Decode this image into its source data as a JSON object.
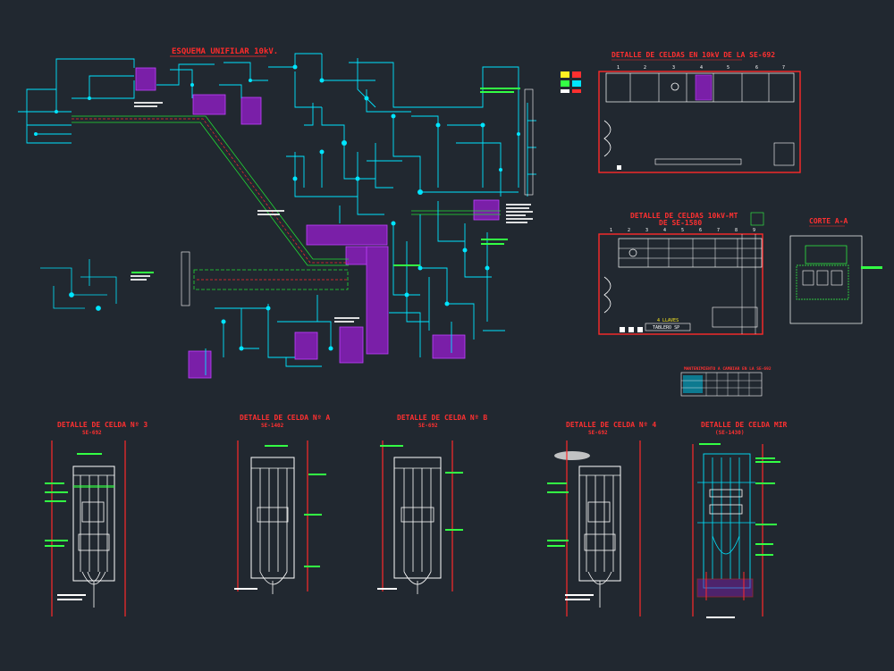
{
  "colors": {
    "background": "#212830",
    "cyan": "#00e5ff",
    "green": "#22dd33",
    "red": "#ff2a2a",
    "magenta": "#9922cc",
    "white": "#ffffff",
    "yellow": "#ffee22"
  },
  "titles": {
    "schematic": "ESQUEMA UNIFILAR 10kV.",
    "cells_10kv": "DETALLE DE CELDAS EN 10kV DE LA SE-692",
    "cells_10kv_mt_line1": "DETALLE DE CELDAS 10kV-MT",
    "cells_10kv_mt_line2": "DE SE-1580",
    "cut_aa": "CORTE A-A"
  },
  "cell_details": [
    {
      "title": "DETALLE DE CELDA Nº 3",
      "subtitle": "SE-692"
    },
    {
      "title": "DETALLE DE CELDA Nº A",
      "subtitle": "SE-1402"
    },
    {
      "title": "DETALLE DE CELDA Nº B",
      "subtitle": "SE-692"
    },
    {
      "title": "DETALLE DE CELDA Nº 4",
      "subtitle": "SE-692"
    },
    {
      "title": "DETALLE DE CELDA MIR",
      "subtitle": "(SE-1430)"
    }
  ],
  "room_labels": {
    "llaves": "4 LLAVES",
    "tablero": "TABLERO SP",
    "legend_title": "MANTENIMIENTO A CAMBIAR EN LA SE-692"
  },
  "cell_numbers_top": [
    "1",
    "2",
    "3",
    "4",
    "5",
    "6",
    "7"
  ],
  "cell_numbers_mid": [
    "1",
    "2",
    "3",
    "4",
    "5",
    "6",
    "7",
    "8",
    "9"
  ]
}
